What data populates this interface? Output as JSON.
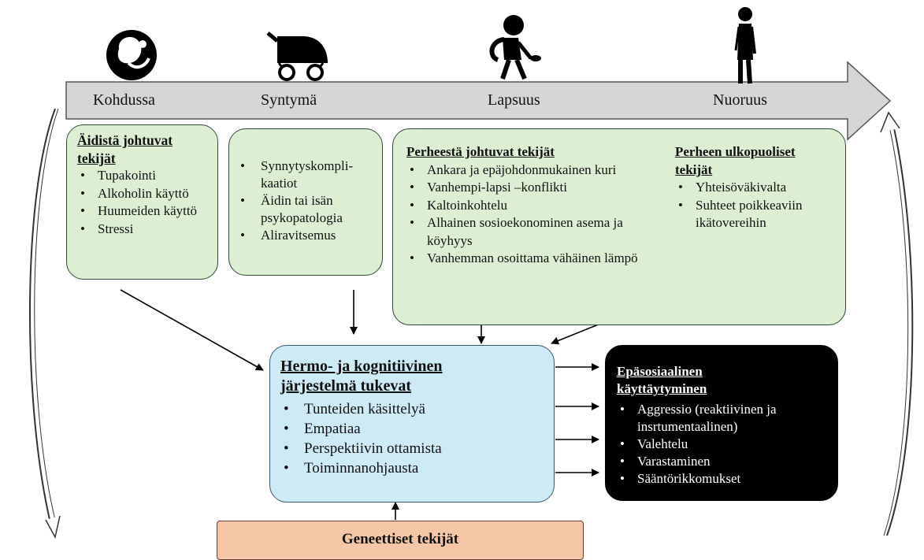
{
  "timeline": {
    "stages": [
      "Kohdussa",
      "Syntymä",
      "Lapsuus",
      "Nuoruus"
    ],
    "icons": [
      "fetus-icon",
      "stroller-icon",
      "child-walking-icon",
      "teenager-icon"
    ]
  },
  "maternal_box": {
    "title": "Äidistä johtuvat tekijät",
    "items": [
      "Tupakointi",
      "Alkoholin käyttö",
      "Huumeiden käyttö",
      "Stressi"
    ]
  },
  "birth_box": {
    "items": [
      "Synnytyskompli-kaatiot",
      "Äidin tai isän psykopatologia",
      "Aliravitsemus"
    ]
  },
  "family_box": {
    "title": "Perheestä johtuvat tekijät",
    "items": [
      "Ankara ja epäjohdonmukainen kuri",
      "Vanhempi-lapsi –konflikti",
      "Kaltoinkohtelu",
      "Alhainen sosioekonominen asema ja köyhyys",
      "Vanhemman osoittama vähäinen lämpö"
    ]
  },
  "external_box": {
    "title": "Perheen ulkopuoliset tekijät",
    "items": [
      "Yhteisöväkivalta",
      "Suhteet poikkeaviin ikätovereihin"
    ]
  },
  "neuro_box": {
    "title": "Hermo- ja kognitiivinen järjestelmä tukevat",
    "items": [
      "Tunteiden käsittelyä",
      "Empatiaa",
      "Perspektiivin ottamista",
      "Toiminnanohjausta"
    ]
  },
  "antisocial_box": {
    "title": "Epäsosiaalinen käyttäytyminen",
    "items": [
      "Aggressio (reaktiivinen ja insrtumentaalinen)",
      "Valehtelu",
      "Varastaminen",
      "Sääntörikkomukset"
    ]
  },
  "genetic_box": {
    "label": "Geneettiset tekijät"
  },
  "colors": {
    "green_fill": "#dcefd2",
    "blue_fill": "#cdeaf7",
    "black_fill": "#000000",
    "orange_fill": "#f6c6a6",
    "timeline_fill": "#d6d6d6"
  }
}
